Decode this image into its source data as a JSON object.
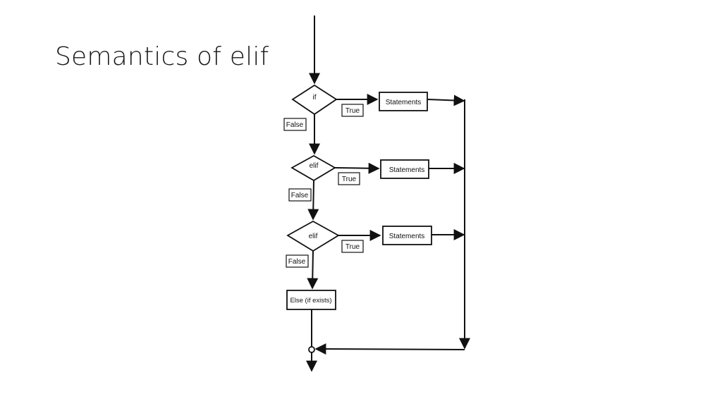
{
  "slide": {
    "title": "Semantics of elif"
  },
  "flowchart": {
    "decisions": [
      {
        "label": "if",
        "true_label": "True",
        "false_label": "False",
        "action_label": "Statements"
      },
      {
        "label": "elif",
        "true_label": "True",
        "false_label": "False",
        "action_label": "Statements"
      },
      {
        "label": "elif",
        "true_label": "True",
        "false_label": "False",
        "action_label": "Statements"
      }
    ],
    "else_label": "Else (if exists)"
  }
}
